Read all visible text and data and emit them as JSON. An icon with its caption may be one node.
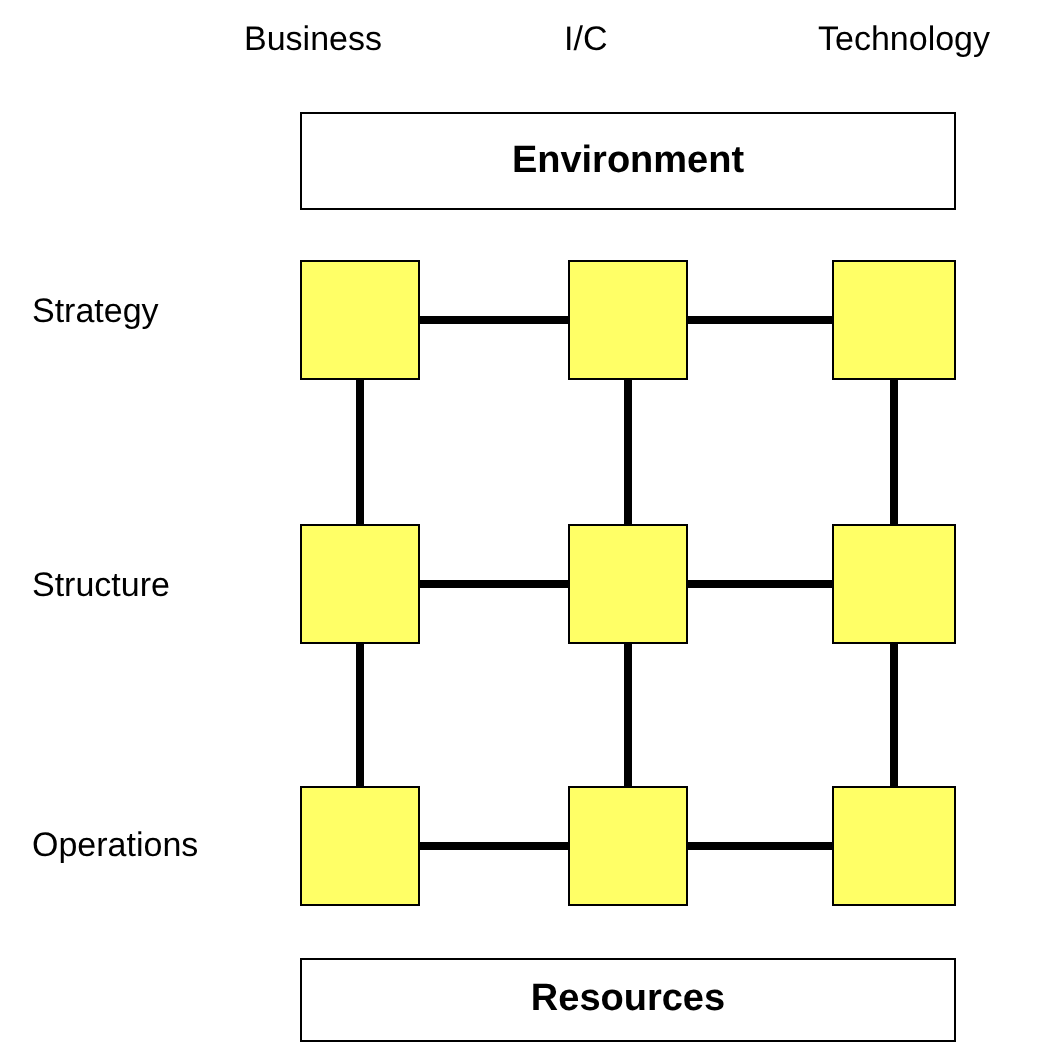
{
  "diagram": {
    "nodes": [
      {
        "text": [
          "Environment"
        ]
      },
      {
        "text": [],
        "shape": "box"
      },
      {
        "text": [],
        "shape": "box"
      },
      {
        "text": [],
        "shape": "box"
      },
      {
        "text": [],
        "shape": "box"
      },
      {
        "text": [],
        "shape": "box"
      },
      {
        "text": [],
        "shape": "box"
      },
      {
        "text": [],
        "shape": "box"
      },
      {
        "text": [],
        "shape": "box"
      },
      {
        "text": [],
        "shape": "box"
      },
      {
        "text": [
          "Resources"
        ]
      }
    ],
    "edges": [
      {
        "from": 1,
        "to": 2,
        "arrow": "none"
      },
      {
        "from": 2,
        "to": 3,
        "arrow": "none"
      },
      {
        "from": 1,
        "to": 4,
        "arrow": "none"
      },
      {
        "from": 2,
        "to": 5,
        "arrow": "none"
      },
      {
        "from": 3,
        "to": 6,
        "arrow": "none"
      },
      {
        "from": 4,
        "to": 5,
        "arrow": "none"
      },
      {
        "from": 5,
        "to": 6,
        "arrow": "none"
      },
      {
        "from": 4,
        "to": 7,
        "arrow": "none"
      },
      {
        "from": 5,
        "to": 8,
        "arrow": "none"
      },
      {
        "from": 6,
        "to": 9,
        "arrow": "none"
      },
      {
        "from": 7,
        "to": 8,
        "arrow": "none"
      },
      {
        "from": 8,
        "to": 9,
        "arrow": "none"
      }
    ],
    "labels": [
      "Business",
      "I/C",
      "Technology",
      "Strategy",
      "Structure",
      "Operations"
    ]
  }
}
